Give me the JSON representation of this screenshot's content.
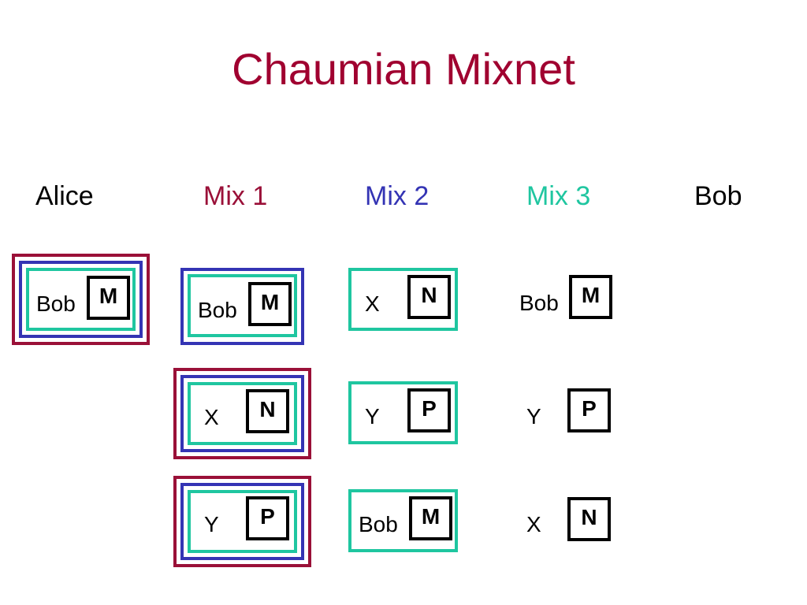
{
  "title": "Chaumian Mixnet",
  "columns": {
    "alice": "Alice",
    "mix1": "Mix 1",
    "mix2": "Mix 2",
    "mix3": "Mix 3",
    "bob": "Bob"
  },
  "colors": {
    "title": "#a00030",
    "mix1": "#9a1038",
    "mix2": "#3434b4",
    "mix3": "#1fc6a0",
    "text": "#000000"
  },
  "alice_col": {
    "msg1": {
      "label": "Bob",
      "payload": "M"
    }
  },
  "mix1_col": {
    "msg1": {
      "label": "Bob",
      "payload": "M"
    },
    "msg2": {
      "label": "X",
      "payload": "N"
    },
    "msg3": {
      "label": "Y",
      "payload": "P"
    }
  },
  "mix2_col": {
    "msg1": {
      "label": "X",
      "payload": "N"
    },
    "msg2": {
      "label": "Y",
      "payload": "P"
    },
    "msg3": {
      "label": "Bob",
      "payload": "M"
    }
  },
  "mix3_col": {
    "msg1": {
      "label": "Bob",
      "payload": "M"
    },
    "msg2": {
      "label": "Y",
      "payload": "P"
    },
    "msg3": {
      "label": "X",
      "payload": "N"
    }
  }
}
